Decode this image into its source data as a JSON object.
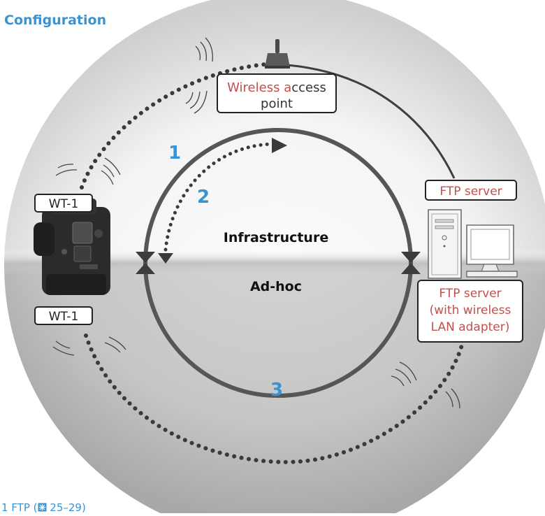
{
  "heading": "Configuration",
  "labels": {
    "access_point_accent_1": "Wireless",
    "access_point_rest_1": " a",
    "access_point_accent_2": "",
    "access_point_rest_2": "ccess",
    "access_point_line2": "point",
    "wt1_top": "WT-1",
    "wt1_bottom": "WT-1",
    "ftp_server": "FTP server",
    "ftp_wireless_line1": "FTP server",
    "ftp_wireless_line2": "(with wireless",
    "ftp_wireless_line3": "LAN adapter)",
    "infrastructure": "Infrastructure",
    "adhoc": "Ad-hoc"
  },
  "steps": {
    "one": "1",
    "two": "2",
    "three": "3"
  },
  "footnote": {
    "prefix": "1 FTP (",
    "pages": "25–29)",
    "icon": "reference-page-icon"
  },
  "colors": {
    "accent_blue": "#3d93cf",
    "label_red": "#c0504d",
    "ring_dark": "#555555",
    "circle_light": "#f2f2f2",
    "circle_lower": "#c4c4c4"
  }
}
